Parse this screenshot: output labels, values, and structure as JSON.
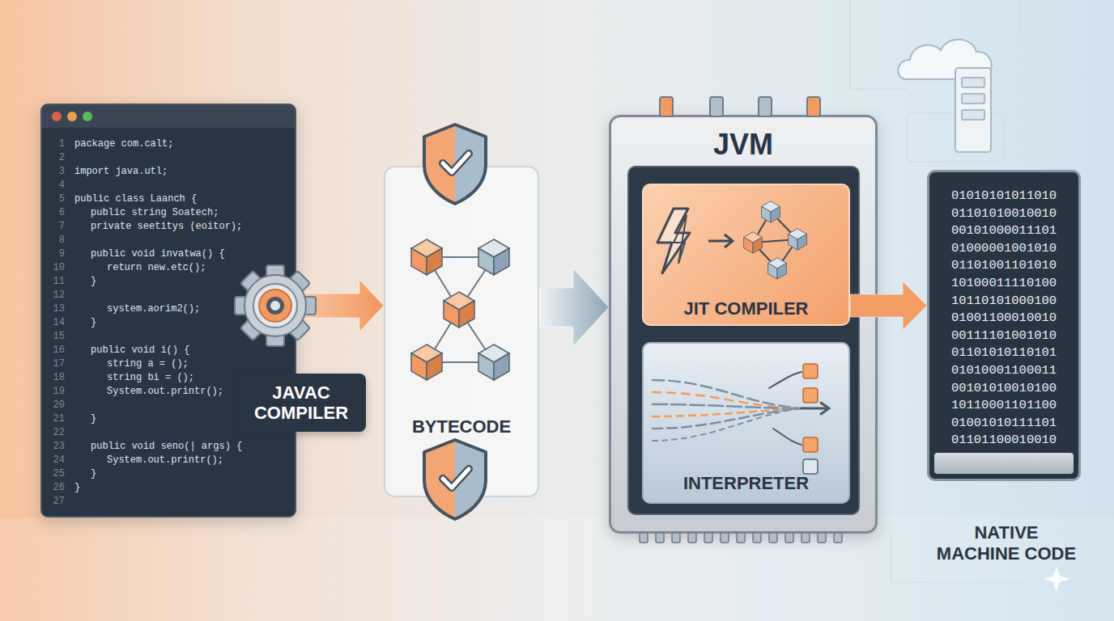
{
  "diagram": {
    "nodes": [
      {
        "text": [
          "package com.calt;",
          "import java.utl;",
          "public class Laanch {",
          "public string Soatech;",
          "private seetitys (eoitor);",
          "public void invatwa() {",
          "return new.etc();",
          "}",
          "system.aorim2();",
          "}",
          "public void i() {",
          "string a = ();",
          "string bi = ();",
          "System.out.printr();",
          "}",
          "public void seno(| args) {",
          "System.out.printr();",
          "}",
          "}"
        ]
      },
      {
        "text": [
          "JAVAC COMPILER"
        ]
      },
      {
        "text": [
          "BYTECODE"
        ]
      },
      {
        "text": [
          "JVM"
        ]
      },
      {
        "text": [
          "JIT COMPILER"
        ],
        "in": 3
      },
      {
        "text": [
          "INTERPRETER"
        ],
        "in": 3
      },
      {
        "text": [
          "01010101011010",
          "01101010010010",
          "00101000011101",
          "01000001001010",
          "01101001101010",
          "10100011110100",
          "10110101000100",
          "01001100010010",
          "00111101001010",
          "01101010110101",
          "01010001100011",
          "00101010010100",
          "10110001101100",
          "01001010111101",
          "01101100010010",
          "NATIVE MACHINE CODE"
        ]
      }
    ],
    "edges": [
      {
        "from": 0,
        "to": 2,
        "arrow": "to"
      },
      {
        "from": 2,
        "to": 3,
        "arrow": "to"
      },
      {
        "from": 4,
        "to": 6,
        "arrow": "to"
      }
    ],
    "labels": [
      "1",
      "2",
      "3",
      "4",
      "5",
      "6",
      "7",
      "8",
      "9",
      "10",
      "11",
      "12",
      "13",
      "14",
      "15",
      "16",
      "17",
      "18",
      "19",
      "20",
      "21",
      "22",
      "23",
      "24",
      "25",
      "26",
      "27"
    ]
  }
}
